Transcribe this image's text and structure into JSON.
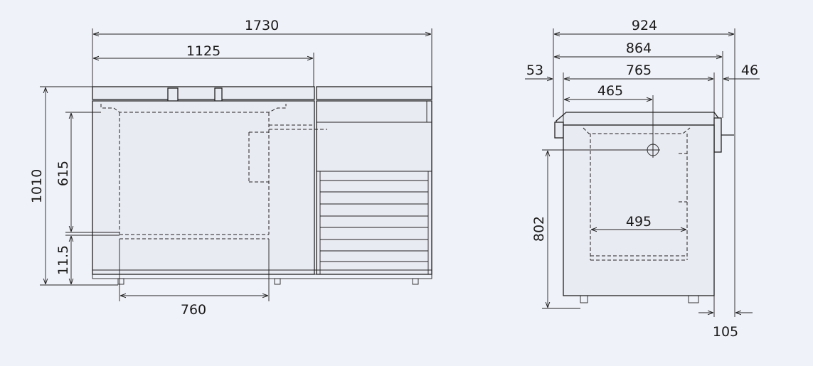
{
  "front_view": {
    "overall_width": "1730",
    "lid_width": "1125",
    "overall_height": "1010",
    "interior_depth": "615",
    "bottom_clearance": "11.5",
    "interior_width": "760"
  },
  "side_view": {
    "overall_depth": "924",
    "cabinet_depth": "864",
    "body_depth": "765",
    "handle_offset": "465",
    "left_overhang": "53",
    "right_overhang": "46",
    "interior_depth": "495",
    "floor_to_rim": "802",
    "rear_clearance": "105"
  },
  "colors": {
    "background": "#f0f2f9",
    "line": "#222222"
  }
}
